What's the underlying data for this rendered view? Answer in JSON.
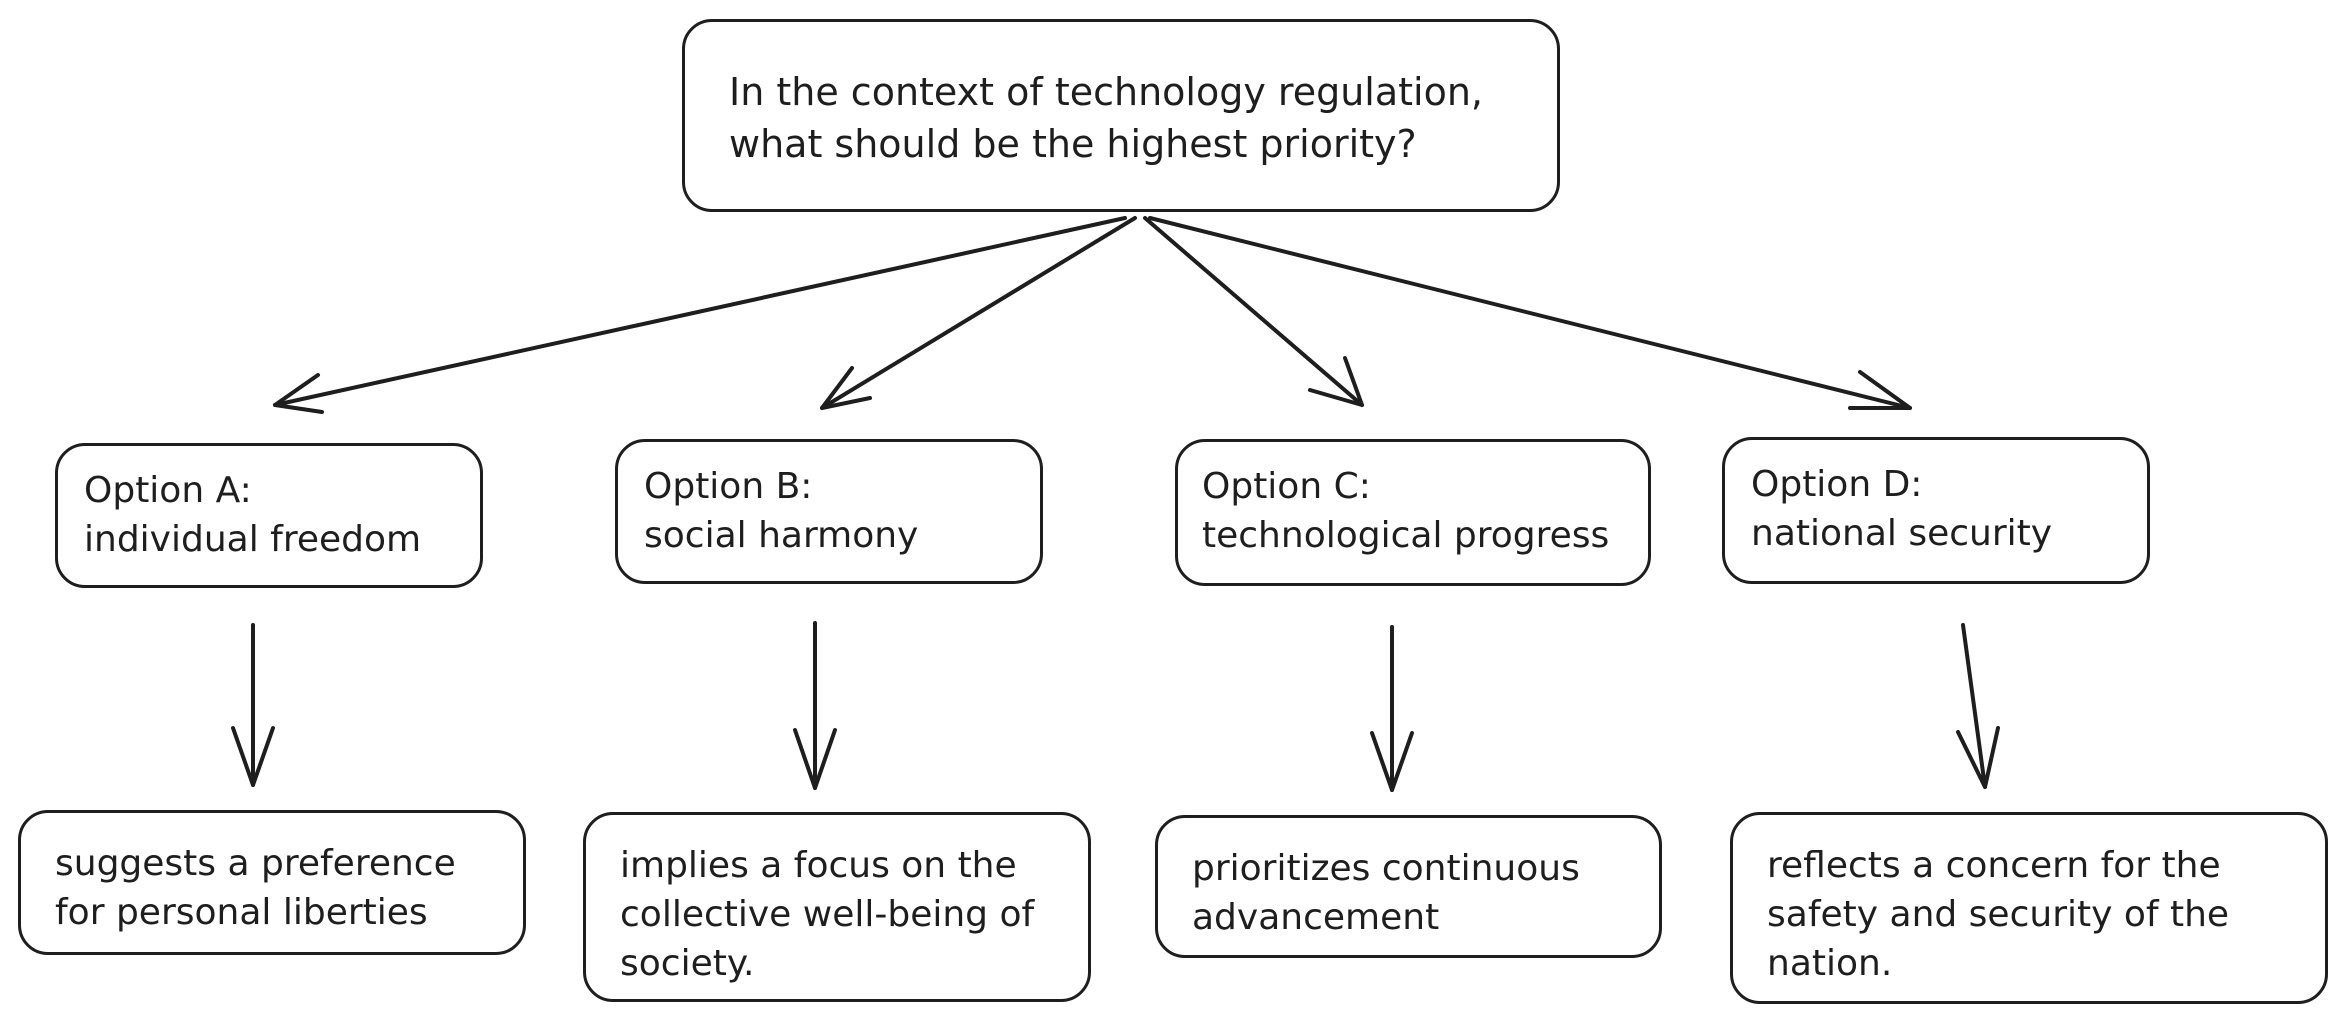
{
  "question": {
    "line1": "In the context of technology regulation,",
    "line2": "what should be the highest priority?"
  },
  "options": [
    {
      "label": "Option A:",
      "value": "individual freedom",
      "explanation": "suggests a preference for personal liberties"
    },
    {
      "label": "Option B:",
      "value": "social harmony",
      "explanation": "implies a focus on the collective well-being of society."
    },
    {
      "label": "Option C:",
      "value": "technological progress",
      "explanation": "prioritizes continuous advancement"
    },
    {
      "label": "Option D:",
      "value": "national security",
      "explanation": "reflects a concern for the safety and security of the nation."
    }
  ],
  "colors": {
    "stroke": "#1e1e1e",
    "background": "#ffffff"
  }
}
